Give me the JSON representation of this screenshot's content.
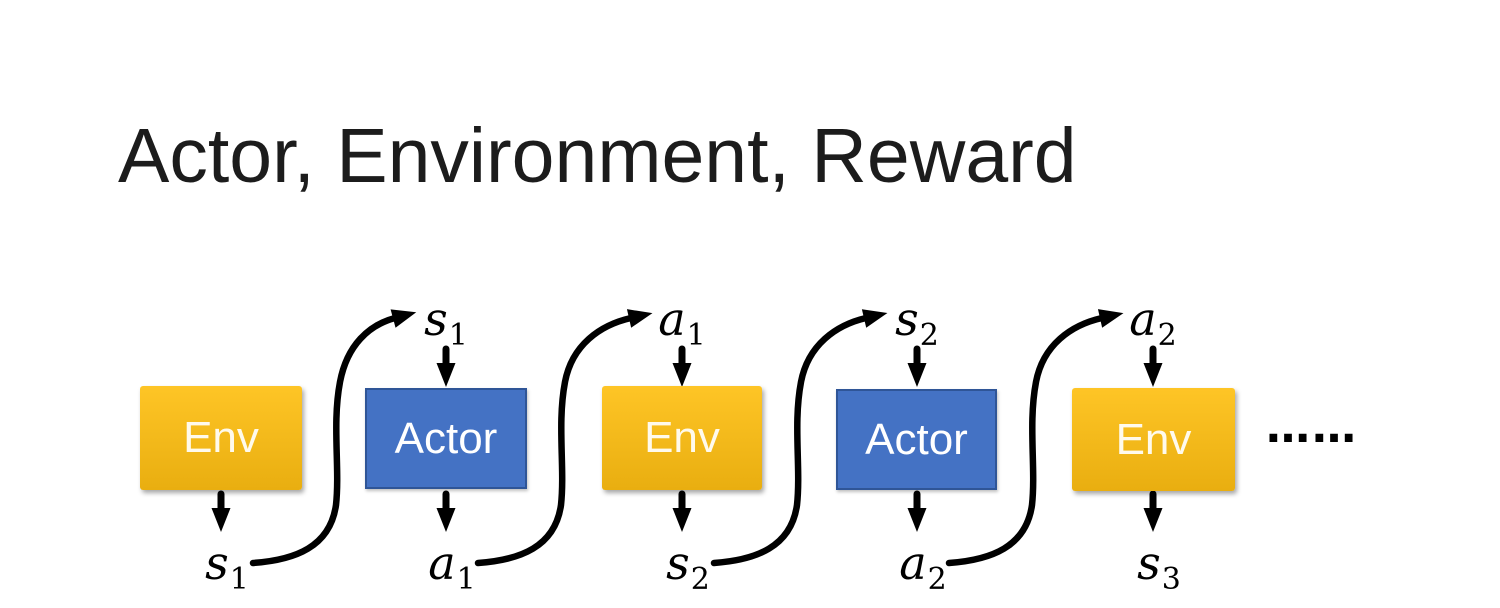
{
  "title": "Actor, Environment, Reward",
  "colors": {
    "env_top": "#FEC526",
    "env_bottom": "#E9AE10",
    "actor_fill": "#4472C4",
    "actor_border": "#2F5597",
    "ink": "#000000",
    "title_ink": "#1c1c1c"
  },
  "diagram": {
    "boxes": [
      {
        "label": "Env",
        "type": "env"
      },
      {
        "label": "Actor",
        "type": "actor"
      },
      {
        "label": "Env",
        "type": "env"
      },
      {
        "label": "Actor",
        "type": "actor"
      },
      {
        "label": "Env",
        "type": "env"
      }
    ],
    "top_labels": [
      {
        "base": "s",
        "sub": "1"
      },
      {
        "base": "a",
        "sub": "1"
      },
      {
        "base": "s",
        "sub": "2"
      },
      {
        "base": "a",
        "sub": "2"
      }
    ],
    "bottom_labels": [
      {
        "base": "s",
        "sub": "1"
      },
      {
        "base": "a",
        "sub": "1"
      },
      {
        "base": "s",
        "sub": "2"
      },
      {
        "base": "a",
        "sub": "2"
      },
      {
        "base": "s",
        "sub": "3"
      }
    ],
    "ellipsis": "……"
  }
}
